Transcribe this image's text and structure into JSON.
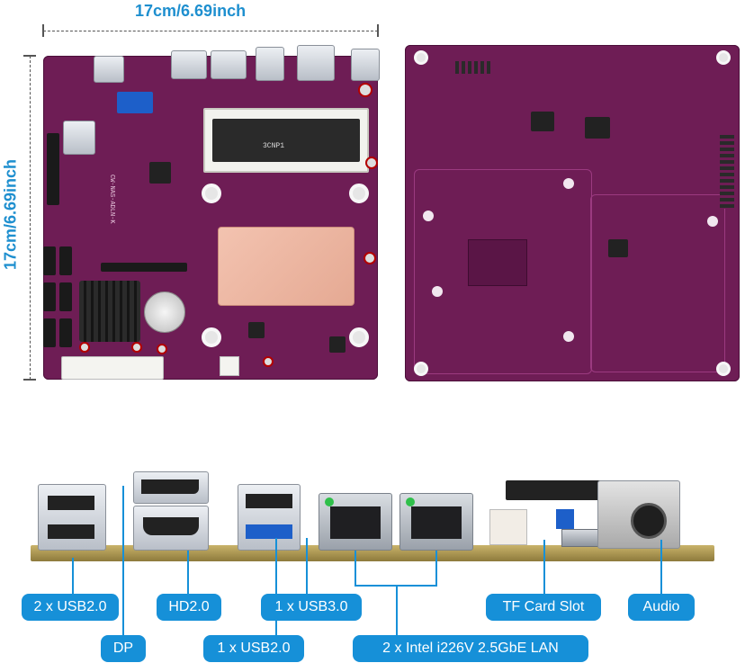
{
  "dimensions": {
    "width_label": "17cm/6.69inch",
    "height_label": "17cm/6.69inch"
  },
  "board": {
    "silkscreen_model": "CW-NAS-ADLN-K",
    "silkscreen_slot": "3CNP1",
    "colors": {
      "pcb": "#6e1d55",
      "accent": "#1690d8"
    }
  },
  "io_labels": {
    "usb2": "2 x USB2.0",
    "hdmi": "HD2.0",
    "usb3": "1 x USB3.0",
    "tf_card": "TF Card Slot",
    "audio": "Audio",
    "dp": "DP",
    "usb2_single": "1 x USB2.0",
    "lan": "2 x Intel i226V 2.5GbE LAN"
  }
}
